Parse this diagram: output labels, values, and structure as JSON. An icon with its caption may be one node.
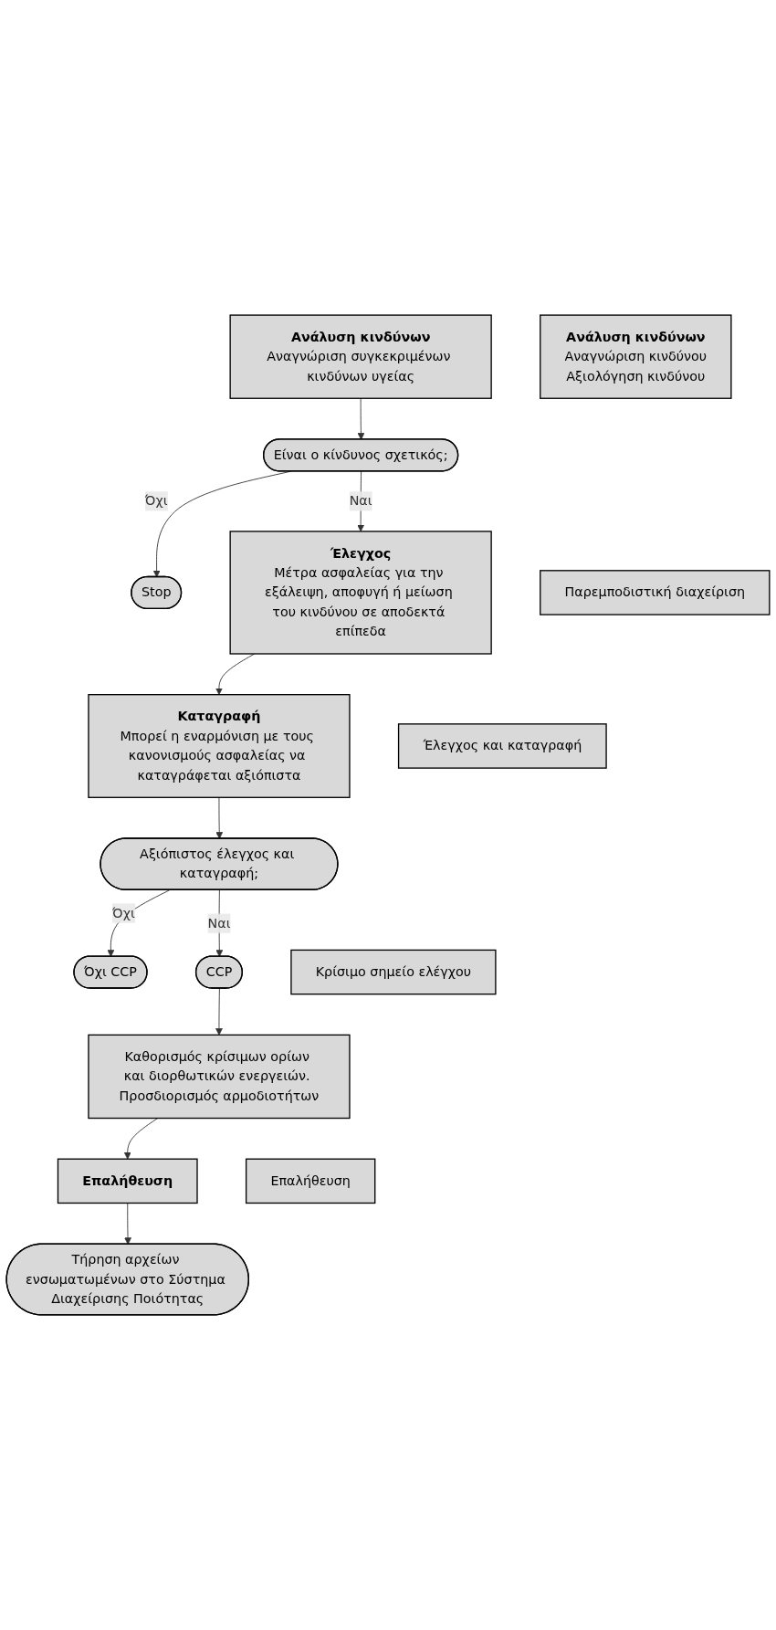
{
  "diagram": {
    "nodes": [
      {
        "text": [
          "Ανάλυση κινδύνων",
          "Αναγνώριση συγκεκριμένων κινδύνων υγείας"
        ]
      },
      {
        "text": [
          "Ανάλυση κινδύνων",
          "Αναγνώριση κινδύνου",
          "Αξιολόγηση κινδύνου"
        ]
      },
      {
        "text": [
          "Είναι ο κίνδυνος σχετικός;"
        ]
      },
      {
        "text": [
          "Stop"
        ]
      },
      {
        "text": [
          "Έλεγχος",
          "Μέτρα ασφαλείας για την εξάλειψη, αποφυγή ή μείωση του κινδύνου σε αποδεκτά επίπεδα"
        ]
      },
      {
        "text": [
          "Παρεμποδιστική διαχείριση"
        ]
      },
      {
        "text": [
          "Καταγραφή",
          "Μπορεί η εναρμόνιση με τους κανονισμούς ασφαλείας να καταγράφεται αξιόπιστα"
        ]
      },
      {
        "text": [
          "Έλεγχος και καταγραφή"
        ]
      },
      {
        "text": [
          "Αξιόπιστος έλεγχος και καταγραφή;"
        ]
      },
      {
        "text": [
          "Όχι CCP"
        ]
      },
      {
        "text": [
          "CCP"
        ]
      },
      {
        "text": [
          "Κρίσιμο σημείο ελέγχου"
        ]
      },
      {
        "text": [
          "Καθορισμός κρίσιμων ορίων και διορθωτικών ενεργειών. Προσδιορισμός αρμοδιοτήτων"
        ]
      },
      {
        "text": [
          "Επαλήθευση"
        ]
      },
      {
        "text": [
          "Επαλήθευση"
        ]
      },
      {
        "text": [
          "Τήρηση αρχείων ενσωματωμένων στο Σύστημα Διαχείρισης Ποιότητας"
        ]
      }
    ],
    "edges": [
      {
        "from": 0,
        "to": 2,
        "arrow": "to"
      },
      {
        "from": 2,
        "to": 3,
        "arrow": "to",
        "label": "Όχι"
      },
      {
        "from": 2,
        "to": 4,
        "arrow": "to",
        "label": "Ναι"
      },
      {
        "from": 4,
        "to": 6,
        "arrow": "to"
      },
      {
        "from": 6,
        "to": 8,
        "arrow": "to"
      },
      {
        "from": 8,
        "to": 9,
        "arrow": "to",
        "label": "Όχι"
      },
      {
        "from": 8,
        "to": 10,
        "arrow": "to",
        "label": "Ναι"
      },
      {
        "from": 10,
        "to": 12,
        "arrow": "to"
      },
      {
        "from": 12,
        "to": 13,
        "arrow": "to"
      },
      {
        "from": 13,
        "to": 15,
        "arrow": "to"
      }
    ]
  }
}
